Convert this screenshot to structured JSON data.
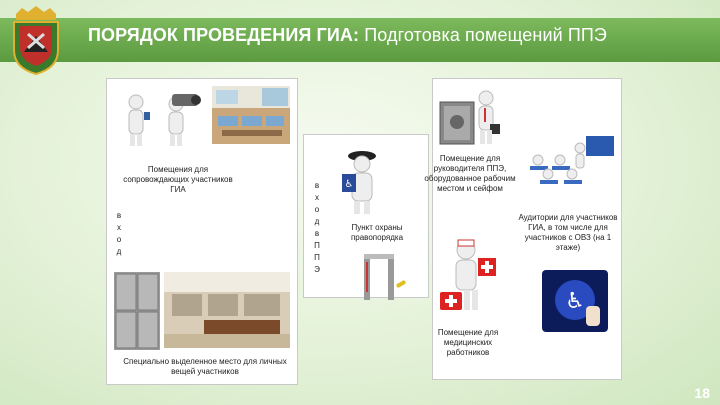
{
  "header": {
    "title_main": "ПОРЯДОК ПРОВЕДЕНИЯ ГИА:",
    "title_sub": " Подготовка помещений ППЭ"
  },
  "left_panel": {
    "escort_room_label": "Помещения для сопровождающих участников ГИА",
    "entrance_label": [
      "в",
      "х",
      "о",
      "д"
    ],
    "storage_label": "Специально выделенное место для личных вещей участников"
  },
  "middle_panel": {
    "entrance_label": [
      "в",
      "х",
      "о",
      "д",
      "",
      "в",
      "",
      "П",
      "П",
      "Э"
    ],
    "security_label": "Пункт охраны правопорядка"
  },
  "right_panel": {
    "head_room_label": "Помещение для руководителя ППЭ, оборудованное рабочим местом и сейфом",
    "audience_label": "Аудитории для участников ГИА, в том числе для участников с ОВЗ (на 1 этаже)",
    "medical_label": "Помещение для медицинских работников"
  },
  "footer": {
    "page_number": "18"
  },
  "colors": {
    "title_bar": "#6aa84f",
    "background": "#e4f2d8",
    "panel_border": "#c9c9c9"
  }
}
